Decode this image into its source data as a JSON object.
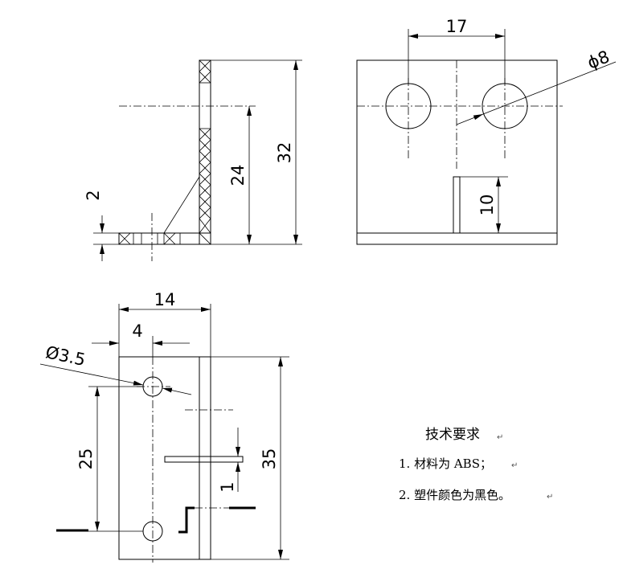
{
  "dimensions": {
    "side_view": {
      "height_total": "32",
      "height_center": "24",
      "thickness": "2"
    },
    "front_view": {
      "hole_spacing": "17",
      "hole_diameter": "ϕ8",
      "slot_height": "10"
    },
    "bottom_view": {
      "width": "14",
      "hole_offset": "4",
      "hole_diameter": "Ø3.5",
      "hole_spacing": "25",
      "length": "35",
      "gap": "1"
    }
  },
  "notes": {
    "title": "技术要求",
    "items": [
      "1. 材料为 ABS；",
      "2. 塑件颜色为黑色。"
    ],
    "return_mark": "↵"
  }
}
